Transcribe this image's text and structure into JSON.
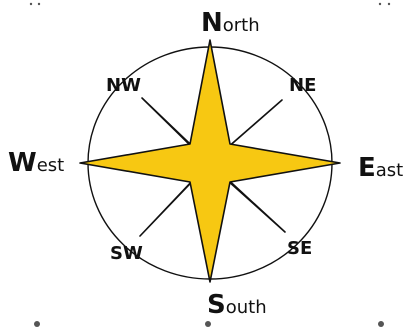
{
  "compass": {
    "north": {
      "initial": "N",
      "rest": "orth"
    },
    "east": {
      "initial": "E",
      "rest": "ast"
    },
    "south": {
      "initial": "S",
      "rest": "outh"
    },
    "west": {
      "initial": "W",
      "rest": "est"
    },
    "nw": "NW",
    "ne": "NE",
    "sw": "SW",
    "se": "SE"
  },
  "colors": {
    "star_fill": "#f7c812",
    "outline": "#111111",
    "background": "#ffffff"
  },
  "icons": [
    "compass-rose-icon"
  ]
}
